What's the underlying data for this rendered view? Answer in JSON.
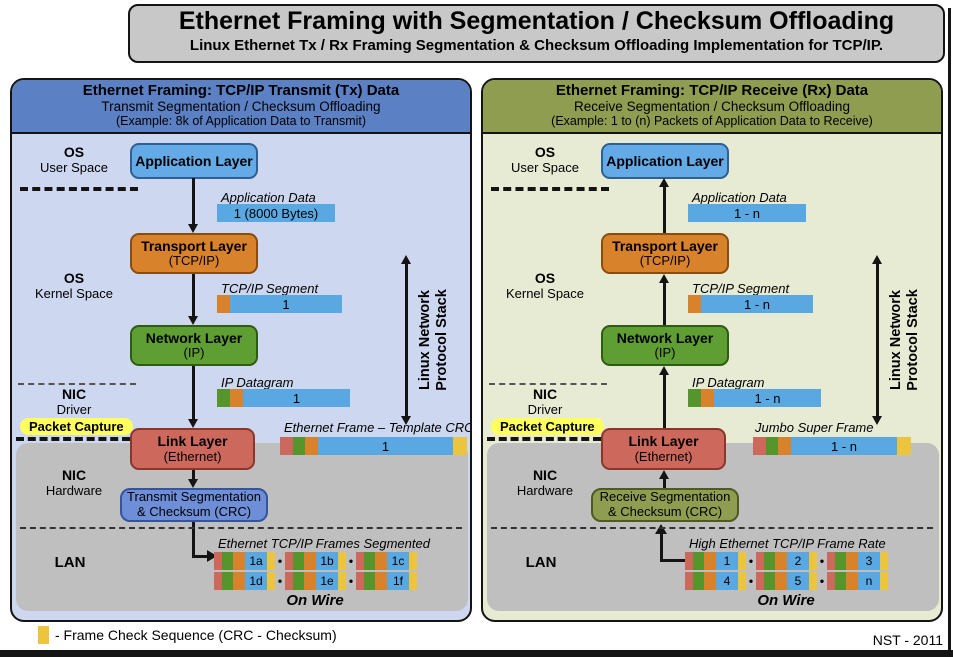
{
  "header": {
    "title": "Ethernet Framing with Segmentation / Checksum Offloading",
    "subtitle": "Linux Ethernet Tx / Rx Framing Segmentation & Checksum Offloading Implementation for TCP/IP."
  },
  "colors": {
    "title_box_bg": "#c8c8c8",
    "tx_header_bg": "#5b80c4",
    "tx_body_bg": "#cdd7ef",
    "rx_header_bg": "#8f9d51",
    "rx_body_bg": "#e8ebd4",
    "nic_hardware_bg": "#bfbfbf",
    "application_box": "#64aae6",
    "transport_box": "#d8832b",
    "network_box": "#5f9e33",
    "link_box": "#cd685c",
    "tx_offload_box": "#6e8ed8",
    "rx_offload_box": "#8f9d51",
    "bar_blue": "#5aa8e2",
    "bar_green": "#55952c",
    "bar_orange": "#d8832b",
    "bar_red": "#cd685c",
    "bar_yellow": "#ecc43e",
    "packet_capture_bg": "#ffff5e"
  },
  "tx": {
    "title": "Ethernet Framing: TCP/IP Transmit (Tx) Data",
    "subtitle": "Transmit Segmentation / Checksum Offloading",
    "example": "(Example: 8k of Application Data to Transmit)",
    "regions": {
      "os_user": {
        "l1": "OS",
        "l2": "User Space"
      },
      "os_kernel": {
        "l1": "OS",
        "l2": "Kernel Space"
      },
      "nic_driver": {
        "l1": "NIC",
        "l2": "Driver"
      },
      "nic_hardware": {
        "l1": "NIC",
        "l2": "Hardware"
      },
      "lan": "LAN"
    },
    "packet_capture": "Packet Capture",
    "layers": {
      "application": {
        "l1": "Application Layer"
      },
      "transport": {
        "l1": "Transport Layer",
        "l2": "(TCP/IP)"
      },
      "network": {
        "l1": "Network Layer",
        "l2": "(IP)"
      },
      "link": {
        "l1": "Link Layer",
        "l2": "(Ethernet)"
      },
      "offload": {
        "l1": "Transmit Segmentation",
        "l2": "& Checksum (CRC)"
      }
    },
    "stack_label": {
      "l1": "Linux Network",
      "l2": "Protocol Stack"
    },
    "data_items": {
      "app_data": {
        "label": "Application Data",
        "value": "1 (8000 Bytes)"
      },
      "segment": {
        "label": "TCP/IP Segment",
        "value": "1"
      },
      "datagram": {
        "label": "IP Datagram",
        "value": "1"
      },
      "frame": {
        "label": "Ethernet Frame – Template CRC",
        "value": "1"
      }
    },
    "lan_area": {
      "caption": "Ethernet TCP/IP Frames Segmented",
      "separator": "•",
      "frames": [
        [
          "1a",
          "1b",
          "1c"
        ],
        [
          "1d",
          "1e",
          "1f"
        ]
      ],
      "on_wire": "On Wire"
    }
  },
  "rx": {
    "title": "Ethernet Framing: TCP/IP Receive (Rx) Data",
    "subtitle": "Receive Segmentation / Checksum Offloading",
    "example": "(Example: 1 to (n) Packets of Application Data to Receive)",
    "regions": {
      "os_user": {
        "l1": "OS",
        "l2": "User Space"
      },
      "os_kernel": {
        "l1": "OS",
        "l2": "Kernel Space"
      },
      "nic_driver": {
        "l1": "NIC",
        "l2": "Driver"
      },
      "nic_hardware": {
        "l1": "NIC",
        "l2": "Hardware"
      },
      "lan": "LAN"
    },
    "packet_capture": "Packet Capture",
    "layers": {
      "application": {
        "l1": "Application Layer"
      },
      "transport": {
        "l1": "Transport Layer",
        "l2": "(TCP/IP)"
      },
      "network": {
        "l1": "Network Layer",
        "l2": "(IP)"
      },
      "link": {
        "l1": "Link Layer",
        "l2": "(Ethernet)"
      },
      "offload": {
        "l1": "Receive Segmentation",
        "l2": "& Checksum (CRC)"
      }
    },
    "stack_label": {
      "l1": "Linux Network",
      "l2": "Protocol Stack"
    },
    "data_items": {
      "app_data": {
        "label": "Application Data",
        "value": "1 - n"
      },
      "segment": {
        "label": "TCP/IP Segment",
        "value": "1 - n"
      },
      "datagram": {
        "label": "IP Datagram",
        "value": "1 - n"
      },
      "frame": {
        "label": "Jumbo Super Frame",
        "value": "1 - n"
      }
    },
    "lan_area": {
      "caption": "High Ethernet TCP/IP Frame Rate",
      "separator": "•",
      "frames": [
        [
          "1",
          "2",
          "3"
        ],
        [
          "4",
          "5",
          "n"
        ]
      ],
      "on_wire": "On Wire"
    }
  },
  "footer": {
    "legend": "- Frame Check Sequence (CRC - Checksum)",
    "credit": "NST - 2011"
  }
}
